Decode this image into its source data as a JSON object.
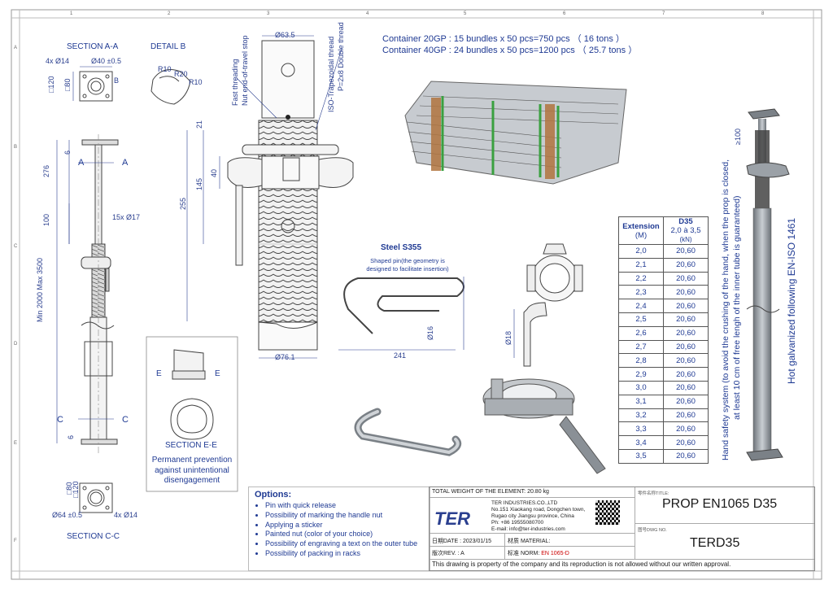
{
  "zones": [
    "1",
    "2",
    "3",
    "4",
    "5",
    "6",
    "7",
    "8"
  ],
  "rows": [
    "A",
    "B",
    "C",
    "D",
    "E",
    "F"
  ],
  "labels": {
    "section_aa": "SECTION A-A",
    "detail_b": "DETAIL B",
    "dim_4x14_top": "4x Ø14",
    "dim_40": "Ø40 ±0.5",
    "b": "B",
    "r10": "R10",
    "r20": "R20",
    "sq120": "□120",
    "sq80": "□80",
    "dim_276": "276",
    "dim_6": "6",
    "dim_100": "100",
    "min_max": "Min 2000 Max 3500",
    "dim_15x17": "15x Ø17",
    "a": "A",
    "c": "C",
    "e": "E",
    "dim_63_5": "Ø63.5",
    "fast_threading": "Fast threading",
    "nut_stop": "Nut end-of-travel stop",
    "iso_thread": "ISO-Trapezoidal thread",
    "p2x8": "P=2x8 Double thread",
    "dim_21": "21",
    "dim_40b": "40",
    "dim_145": "145",
    "dim_255": "255",
    "dim_76_1": "Ø76.1",
    "dim_16": "Ø16",
    "dim_241": "241",
    "dim_18": "Ø18",
    "section_ee": "SECTION E-E",
    "prevention": "Permanent prevention against unintentional disengagement",
    "dim_64": "Ø64 ±0.5",
    "dim_4x14_bottom": "4x Ø14",
    "section_cc": "SECTION C-C",
    "ge100": "≥100"
  },
  "containers": {
    "c20": "Container 20GP : 15 bundles x 50 pcs=750 pcs （ 16 tons ）",
    "c40": "Container 40GP : 24 bundles x 50 pcs=1200 pcs （ 25.7 tons ）"
  },
  "pin": {
    "steel": "Steel S355",
    "note": "Shaped pin(the geometry is designed to facilitate insertion)"
  },
  "notes": {
    "safety1": "Hand safety system (to avoid the crushing of the hand, when the prop is closed,",
    "safety2": "at least 10 cm of free lengh of the inner tube is guaranteed)",
    "galvanized": "Hot galvanized following EN-ISO 1461"
  },
  "table": {
    "h1": "Extension",
    "h1u": "(M)",
    "h2": "D35",
    "h2b": "2,0 à 3,5",
    "h2u": "(kN)",
    "rows": [
      [
        "2,0",
        "20,60"
      ],
      [
        "2,1",
        "20,60"
      ],
      [
        "2,2",
        "20,60"
      ],
      [
        "2,3",
        "20,60"
      ],
      [
        "2,4",
        "20,60"
      ],
      [
        "2,5",
        "20,60"
      ],
      [
        "2,6",
        "20,60"
      ],
      [
        "2,7",
        "20,60"
      ],
      [
        "2,8",
        "20,60"
      ],
      [
        "2,9",
        "20,60"
      ],
      [
        "3,0",
        "20,60"
      ],
      [
        "3,1",
        "20,60"
      ],
      [
        "3,2",
        "20,60"
      ],
      [
        "3,3",
        "20,60"
      ],
      [
        "3,4",
        "20,60"
      ],
      [
        "3,5",
        "20,60"
      ]
    ]
  },
  "options": {
    "title": "Options:",
    "items": [
      "Pin with quick release",
      "Possibility of marking the handle nut",
      "Applying a sticker",
      "Painted nut (color of your choice)",
      "Possibility of engraving a text on the outer tube",
      "Possibility of packing in racks"
    ]
  },
  "titleblock": {
    "weight": "TOTAL WEIGHT OF THE ELEMENT:  20.80 kg",
    "logo": "TER",
    "company": "TER INDUSTRIES.CO.,LTD",
    "addr1": "No.151 Xiaokang road, Dongchen town,",
    "addr2": "Rugao city Jiangsu province, China",
    "phone": "Ph: +86 19555080700",
    "email": "E-mail: info@ter-industries.com",
    "date": "日期DATE : 2023/01/15",
    "material": "材质 MATERIAL:",
    "rev": "版次REV. : A",
    "norm_label": "标准 NORM:",
    "norm": "EN 1065-D",
    "title_label": "零件名称TITLE:",
    "title": "PROP EN1065 D35",
    "dwg_label": "图号DWG NO.",
    "dwg_no": "TERD35",
    "notice": "This drawing is property of the company and its reproduction is not allowed without our written approval."
  }
}
